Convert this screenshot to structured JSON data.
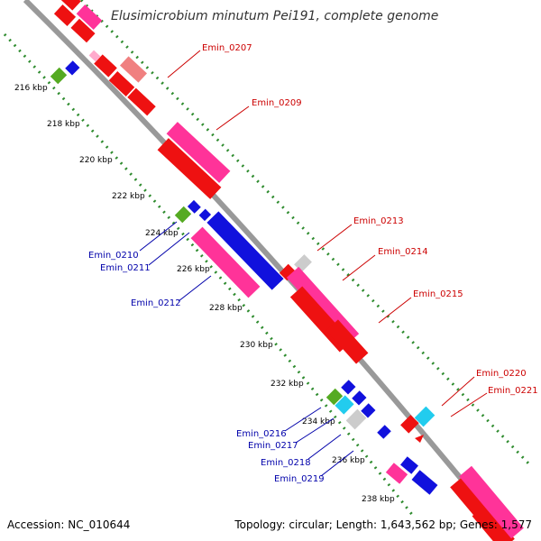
{
  "title": "Elusimicrobium minutum Pei191, complete genome",
  "footer": {
    "accession": "Accession: NC_010644",
    "summary": "Topology: circular; Length: 1,643,562 bp; Genes: 1,577"
  },
  "colors": {
    "backbone": "#999999",
    "tick_ring": "#2e8b2e",
    "label_plus": "#cc0000",
    "label_minus": "#0000aa",
    "red": "#ee1111",
    "pink": "#ff3399",
    "salmon": "#f08080",
    "light_pink": "#ffaacc",
    "blue": "#1111dd",
    "cyan": "#22ccee",
    "green": "#55aa22",
    "light_green": "#aadd55",
    "gray": "#cccccc"
  },
  "ticks": [
    "216 kbp",
    "218 kbp",
    "220 kbp",
    "222 kbp",
    "224 kbp",
    "226 kbp",
    "228 kbp",
    "230 kbp",
    "232 kbp",
    "234 kbp",
    "236 kbp",
    "238 kbp"
  ],
  "labels_plus": [
    "Emin_0207",
    "Emin_0209",
    "Emin_0213",
    "Emin_0214",
    "Emin_0215",
    "Emin_0220",
    "Emin_0221"
  ],
  "labels_minus": [
    "Emin_0210",
    "Emin_0211",
    "Emin_0212",
    "Emin_0216",
    "Emin_0217",
    "Emin_0218",
    "Emin_0219"
  ]
}
